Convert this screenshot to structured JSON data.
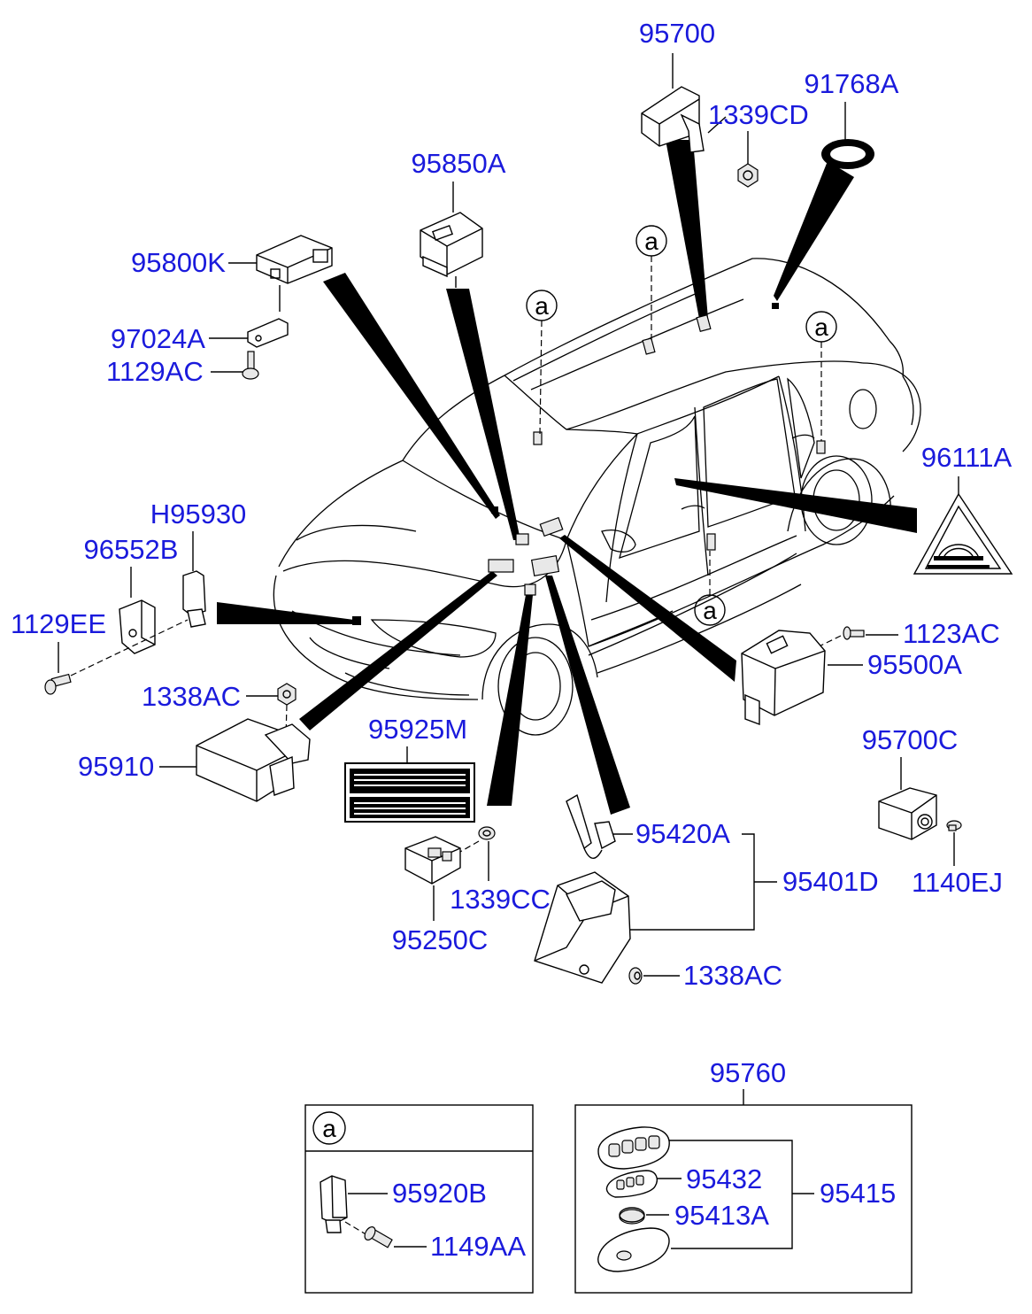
{
  "part_labels": {
    "p95700": "95700",
    "p1339CD": "1339CD",
    "p91768A": "91768A",
    "p95850A": "95850A",
    "p95800K": "95800K",
    "p97024A": "97024A",
    "p1129AC": "1129AC",
    "p96111A": "96111A",
    "pH95930": "H95930",
    "p96552B": "96552B",
    "p1129EE": "1129EE",
    "p1123AC": "1123AC",
    "p95500A": "95500A",
    "p1338AC_top": "1338AC",
    "p95925M": "95925M",
    "p95910": "95910",
    "p95700C": "95700C",
    "p95420A": "95420A",
    "p95401D": "95401D",
    "p1140EJ": "1140EJ",
    "p1339CC": "1339CC",
    "p95250C": "95250C",
    "p1338AC_bottom": "1338AC",
    "p95760": "95760",
    "p95920B": "95920B",
    "p1149AA": "1149AA",
    "p95432": "95432",
    "p95415": "95415",
    "p95413A": "95413A"
  },
  "callouts": {
    "ref_letter": "a"
  },
  "colors": {
    "label_blue": "#1a1adc",
    "line": "#000000"
  }
}
